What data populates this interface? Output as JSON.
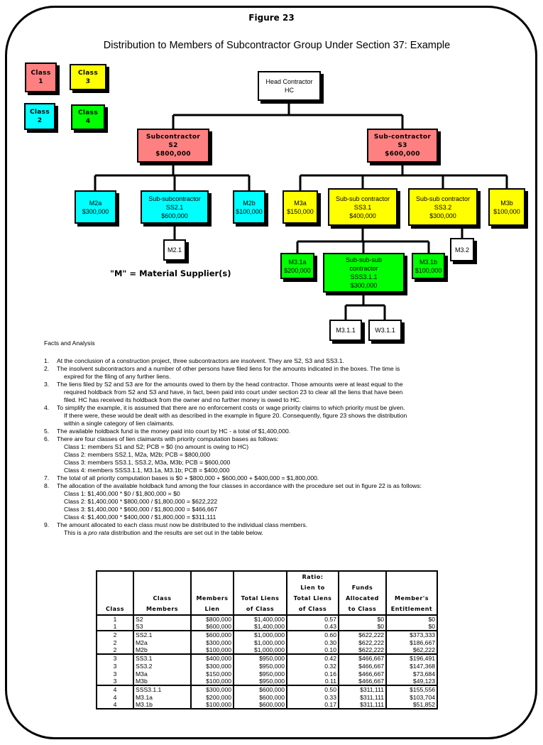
{
  "figure": "Figure 23",
  "title": "Distribution to Members of Subcontractor Group Under Section 37: Example",
  "legend": [
    {
      "line1": "Class",
      "line2": "1",
      "color": "#ff8080"
    },
    {
      "line1": "Class",
      "line2": "2",
      "color": "#00ffff"
    },
    {
      "line1": "Class",
      "line2": "3",
      "color": "#ffff00"
    },
    {
      "line1": "Class",
      "line2": "4",
      "color": "#00ff00"
    }
  ],
  "nodes": {
    "hc": [
      "Head Contractor",
      "HC"
    ],
    "s2": [
      "Subcontractor",
      "S2",
      "$800,000"
    ],
    "s3": [
      "Sub-contractor",
      "S3",
      "$600,000"
    ],
    "m2a": [
      "M2a",
      "$300,000"
    ],
    "ss21": [
      "Sub-subcontractor",
      "SS2.1",
      "$600,000"
    ],
    "m2b": [
      "M2b",
      "$100,000"
    ],
    "m3a": [
      "M3a",
      "$150,000"
    ],
    "ss31": [
      "Sub-sub contractor",
      "SS3.1",
      "$400,000"
    ],
    "ss32": [
      "Sub-sub contractor",
      "SS3.2",
      "$300,000"
    ],
    "m3b": [
      "M3b",
      "$100,000"
    ],
    "m21": [
      "M2.1"
    ],
    "m32": [
      "M3.2"
    ],
    "m31a": [
      "M3.1a",
      "$200,000"
    ],
    "sss311": [
      "Sub-sub-sub",
      "contractor",
      "SSS3.1.1",
      "$300,000"
    ],
    "m31b": [
      "M3.1b",
      "$100,000"
    ],
    "m311": [
      "M3.1.1"
    ],
    "w311": [
      "W3.1.1"
    ]
  },
  "note": "\"M\" = Material Supplier(s)",
  "facts_heading": "Facts and Analysis",
  "facts": [
    {
      "n": "1.",
      "lines": [
        "At the conclusion of a construction project, three subcontractors are insolvent.  They are S2, S3 and SS3.1."
      ]
    },
    {
      "n": "2.",
      "lines": [
        "The insolvent subcontractors and a number of other persons have filed liens for the amounts indicated in the boxes.  The time is",
        "expired for the filing of any further liens."
      ]
    },
    {
      "n": "3.",
      "lines": [
        "The liens filed by S2 and S3 are for the amounts owed to them by the head contractor.  Those amounts were at least equal to the",
        "required holdback from S2 and S3 and have, in fact, been paid into court under section 23 to clear all the liens that have been",
        "filed.  HC has received its holdback from the owner and no further money is owed to HC."
      ]
    },
    {
      "n": "4.",
      "lines": [
        "To simplify the example, it is assumed that there are no enforcement costs or wage priority claims to which priority must be given.",
        "If there were, these would be dealt with as described in the example in figure 20.  Consequently, figure 23 shows the distribution",
        "within a single category of lien claimants."
      ]
    },
    {
      "n": "5.",
      "lines": [
        "The available holdback fund is the money paid into court by HC - a total of $1,400,000."
      ]
    },
    {
      "n": "6.",
      "lines": [
        "There are four classes of lien claimants with priority computation bases as follows:",
        "Class 1:  members S1 and S2; PCB = $0 (no amount is owing to HC)",
        "Class 2:  members SS2.1, M2a, M2b; PCB = $800,000",
        "Class 3:  members SS3.1, SS3.2, M3a, M3b; PCB = $600,000",
        "Class 4:  members SSS3.1.1, M3.1a, M3.1b; PCB = $400,000"
      ]
    },
    {
      "n": "7.",
      "lines": [
        "The total of all priority computation bases is $0 + $800,000 + $600,000 + $400,000 = $1,800,000."
      ]
    },
    {
      "n": "8.",
      "lines": [
        "The allocation of the available holdback fund among the four classes in accordance with the procedure set out in figure 22 is as follows:",
        "Class 1:  $1,400,000 * $0 / $1,800,000 = $0",
        "Class 2:  $1,400,000 * $800,000 / $1,800,000 = $622,222",
        "Class 3:  $1,400,000 * $600,000 / $1,800,000 = $466,667",
        "Class 4:  $1,400,000 * $400,000 / $1,800,000 = $311,111"
      ]
    },
    {
      "n": "9.",
      "lines": [
        "The amount allocated to each class must now be distributed to the individual class members.",
        "This is a pro rata distribution and the results are set out in the table below."
      ]
    }
  ],
  "table": {
    "headers": [
      [
        "Class"
      ],
      [
        "Class",
        "Members"
      ],
      [
        "Members",
        "Lien"
      ],
      [
        "Total Liens",
        "of Class"
      ],
      [
        "Ratio:",
        "Lien to",
        "Total Liens",
        "of Class"
      ],
      [
        "Funds",
        "Allocated",
        "to Class"
      ],
      [
        "Member's",
        "Entitlement"
      ]
    ],
    "rows": [
      [
        "1",
        "S2",
        "$800,000",
        "$1,400,000",
        "0.57",
        "$0",
        "$0"
      ],
      [
        "1",
        "S3",
        "$600,000",
        "$1,400,000",
        "0.43",
        "$0",
        "$0"
      ],
      [
        "2",
        "SS2.1",
        "$600,000",
        "$1,000,000",
        "0.60",
        "$622,222",
        "$373,333"
      ],
      [
        "2",
        "M2a",
        "$300,000",
        "$1,000,000",
        "0.30",
        "$622,222",
        "$186,667"
      ],
      [
        "2",
        "M2b",
        "$100,000",
        "$1,000,000",
        "0.10",
        "$622,222",
        "$62,222"
      ],
      [
        "3",
        "SS3.1",
        "$400,000",
        "$950,000",
        "0.42",
        "$466,667",
        "$196,491"
      ],
      [
        "3",
        "SS3.2",
        "$300,000",
        "$950,000",
        "0.32",
        "$466,667",
        "$147,368"
      ],
      [
        "3",
        "M3a",
        "$150,000",
        "$950,000",
        "0.16",
        "$466,667",
        "$73,684"
      ],
      [
        "3",
        "M3b",
        "$100,000",
        "$950,000",
        "0.11",
        "$466,667",
        "$49,123"
      ],
      [
        "4",
        "SSS3.1.1",
        "$300,000",
        "$600,000",
        "0.50",
        "$311,111",
        "$155,556"
      ],
      [
        "4",
        "M3.1a",
        "$200,000",
        "$600,000",
        "0.33",
        "$311,111",
        "$103,704"
      ],
      [
        "4",
        "M3.1b",
        "$100,000",
        "$600,000",
        "0.17",
        "$311,111",
        "$51,852"
      ]
    ]
  }
}
